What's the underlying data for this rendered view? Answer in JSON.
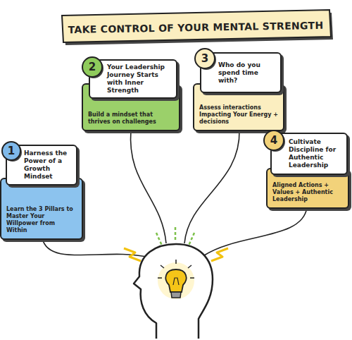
{
  "diagram": {
    "title": "TAKE CONTROL OF YOUR MENTAL STRENGTH",
    "nodes": [
      {
        "text": [
          "1"
        ]
      },
      {
        "text": [
          "Harness the Power of a Growth Mindset"
        ]
      },
      {
        "text": [
          "Learn the 3 Pillars to Master Your Willpower from Within"
        ]
      },
      {
        "text": [
          "2"
        ]
      },
      {
        "text": [
          "Your Leadership Journey Starts with Inner Strength"
        ]
      },
      {
        "text": [
          "Build a mindset that thrives on challenges"
        ]
      },
      {
        "text": [
          "3"
        ]
      },
      {
        "text": [
          "Who do you spend time with?"
        ]
      },
      {
        "text": [
          "Assess interactions Impacting Your Energy + decisions"
        ]
      },
      {
        "text": [
          "4"
        ]
      },
      {
        "text": [
          "Cultivate Discipline for Authentic Leadership"
        ]
      },
      {
        "text": [
          "Aligned Actions + Values + Authentic Leadership"
        ]
      }
    ]
  }
}
